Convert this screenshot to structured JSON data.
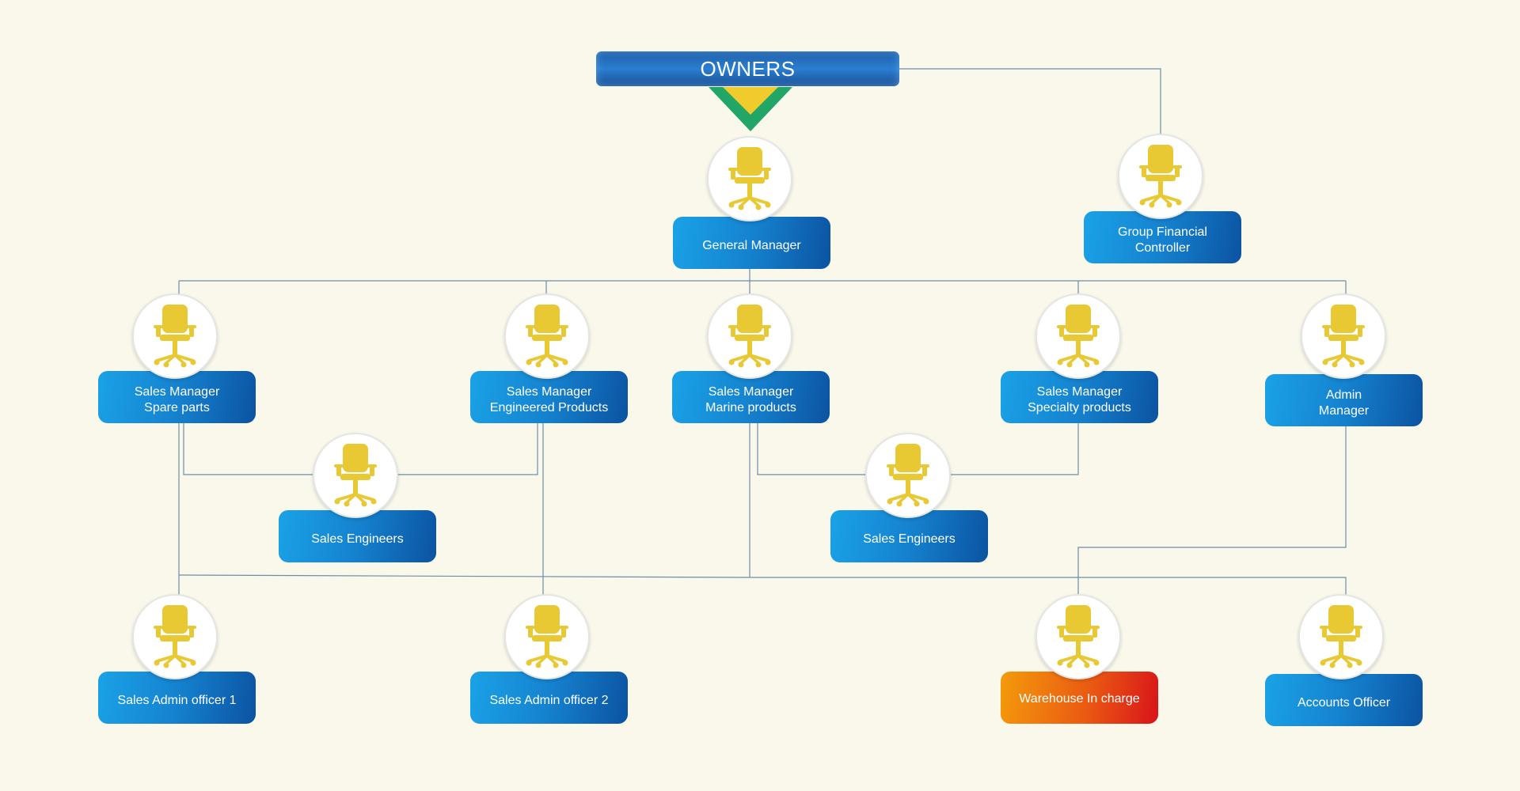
{
  "header": {
    "title": "OWNERS"
  },
  "colors": {
    "background": "#faf8eb",
    "box_blue_light": "#1aa2e6",
    "box_blue_dark": "#0b53a1",
    "box_warm_start": "#f49b0b",
    "box_warm_end": "#d8131a",
    "chair": "#e8c934",
    "connector": "#6d8ea8",
    "chevron_green": "#22a667",
    "chevron_yellow": "#efcb2c"
  },
  "icons": {
    "role_icon": "office-chair-icon",
    "header_mark": "chevron-down-icon"
  },
  "roles": {
    "general_manager": "General Manager",
    "group_financial_controller": "Group Financial\nController",
    "sm_spare_parts": "Sales Manager\nSpare parts",
    "sm_engineered_products": "Sales Manager\nEngineered Products",
    "sm_marine_products": "Sales Manager\nMarine products",
    "sm_specialty_products": "Sales Manager\nSpecialty products",
    "admin_manager": "Admin\nManager",
    "sales_engineers_left": "Sales Engineers",
    "sales_engineers_right": "Sales Engineers",
    "sales_admin_officer_1": "Sales Admin officer 1",
    "sales_admin_officer_2": "Sales Admin officer 2",
    "warehouse_in_charge": "Warehouse In charge",
    "accounts_officer": "Accounts Officer"
  }
}
